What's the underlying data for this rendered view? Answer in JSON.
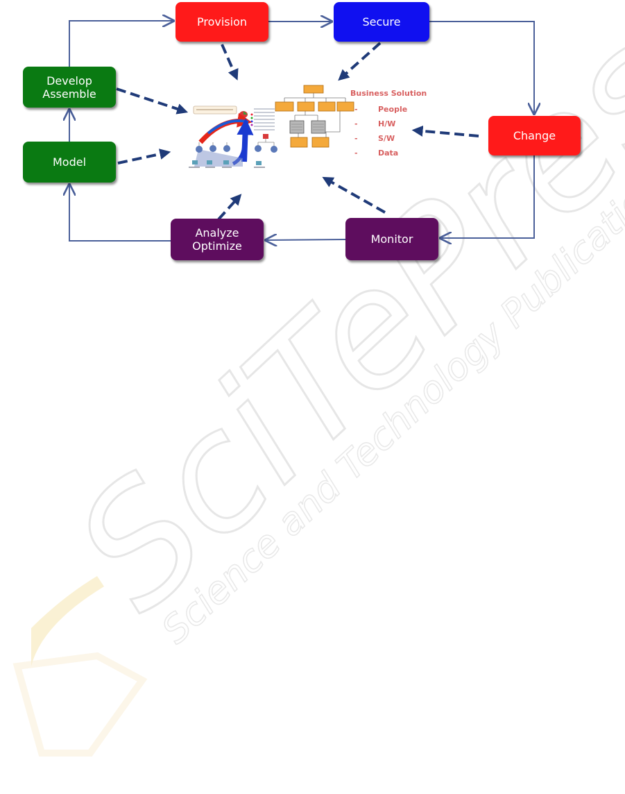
{
  "nodes": {
    "provision": "Provision",
    "secure": "Secure",
    "develop": "Develop\nAssemble",
    "model": "Model",
    "change": "Change",
    "analyze": "Analyze\nOptimize",
    "monitor": "Monitor"
  },
  "business_solution": {
    "title": "Business Solution",
    "bullet": "-",
    "items": [
      "People",
      "H/W",
      "S/W",
      "Data"
    ]
  },
  "watermark": {
    "line1": "SciTePress",
    "line2": "Science and Technology Publications"
  },
  "colors": {
    "red": "#ff1a1a",
    "blue": "#1010f0",
    "green": "#0a7a12",
    "purple": "#5e0d5e",
    "connector": "#4a5f99",
    "dashed_arrow": "#1f3a78"
  }
}
